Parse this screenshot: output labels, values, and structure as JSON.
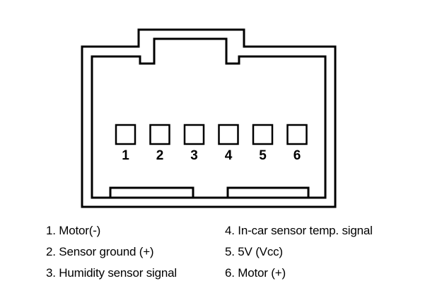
{
  "diagram": {
    "pins": [
      {
        "number": "1"
      },
      {
        "number": "2"
      },
      {
        "number": "3"
      },
      {
        "number": "4"
      },
      {
        "number": "5"
      },
      {
        "number": "6"
      }
    ]
  },
  "legend": {
    "left": [
      "1. Motor(-)",
      "2. Sensor ground (+)",
      "3. Humidity sensor signal"
    ],
    "right": [
      "4. In-car sensor temp. signal",
      "5. 5V (Vcc)",
      "6. Motor (+)"
    ]
  }
}
